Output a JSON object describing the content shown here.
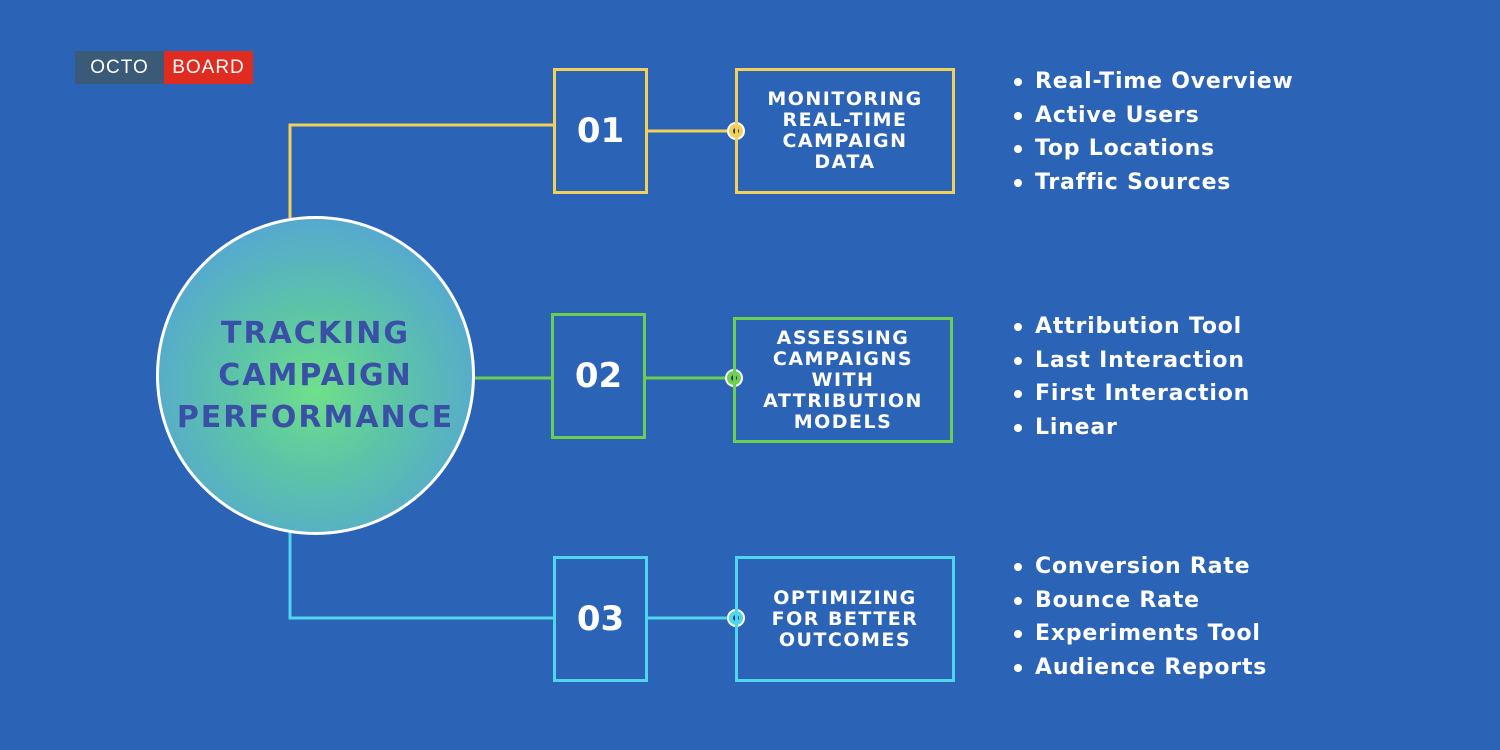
{
  "logo": {
    "left": "OCTO",
    "right": "BOARD"
  },
  "center": {
    "title": "TRACKING CAMPAIGN PERFORMANCE"
  },
  "colors": {
    "background": "#2b63b6",
    "step1": "#f2d15a",
    "step2": "#6ccf4f",
    "step3": "#4fd6ee",
    "center_text": "#3a4fa6"
  },
  "steps": [
    {
      "number": "01",
      "title": "MONITORING REAL-TIME CAMPAIGN DATA",
      "items": [
        "Real-Time Overview",
        "Active Users",
        "Top Locations",
        "Traffic Sources"
      ]
    },
    {
      "number": "02",
      "title": "ASSESSING CAMPAIGNS WITH ATTRIBUTION MODELS",
      "items": [
        "Attribution Tool",
        "Last Interaction",
        "First Interaction",
        "Linear"
      ]
    },
    {
      "number": "03",
      "title": "OPTIMIZING FOR BETTER OUTCOMES",
      "items": [
        "Conversion Rate",
        "Bounce Rate",
        "Experiments Tool",
        "Audience Reports"
      ]
    }
  ]
}
